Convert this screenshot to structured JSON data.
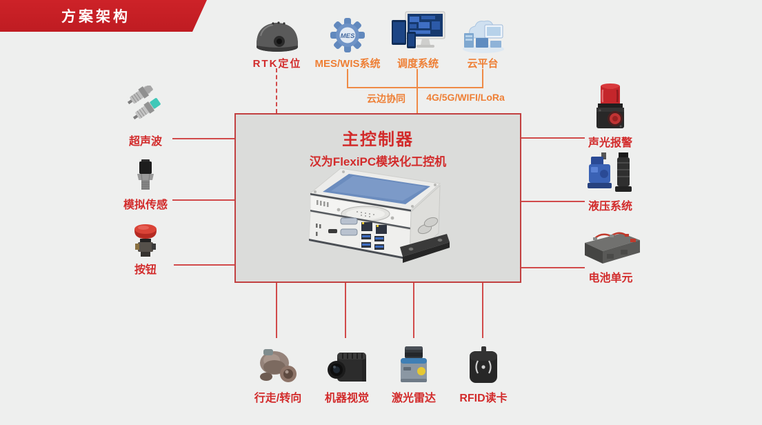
{
  "banner": {
    "title": "方案架构"
  },
  "controller": {
    "title": "主控制器",
    "subtitle": "汉为FlexiPC模块化工控机"
  },
  "links": {
    "cloud_edge": "云边协同",
    "wireless": "4G/5G/WIFI/LoRa"
  },
  "nodes": {
    "rtk": {
      "label": "RTK定位"
    },
    "mes": {
      "label": "MES/WIS系统",
      "gear_text": "MES"
    },
    "dispatch": {
      "label": "调度系统"
    },
    "cloud": {
      "label": "云平台"
    },
    "ultrasonic": {
      "label": "超声波"
    },
    "analog_sensor": {
      "label": "模拟传感"
    },
    "push_button": {
      "label": "按钮"
    },
    "alarm": {
      "label": "声光报警"
    },
    "hydraulic": {
      "label": "液压系统"
    },
    "battery": {
      "label": "电池单元"
    },
    "drive": {
      "label": "行走/转向"
    },
    "vision": {
      "label": "机器视觉"
    },
    "lidar": {
      "label": "激光雷达"
    },
    "rfid": {
      "label": "RFID读卡"
    }
  },
  "colors": {
    "banner_red": "#c82127",
    "label_red": "#d22b2b",
    "line_red": "#d14a4a",
    "orange": "#ee7f35",
    "orange_line": "#ef8a45",
    "page_bg": "#eeefee",
    "box_bg": "#dbdcda",
    "box_border": "#c24040"
  }
}
